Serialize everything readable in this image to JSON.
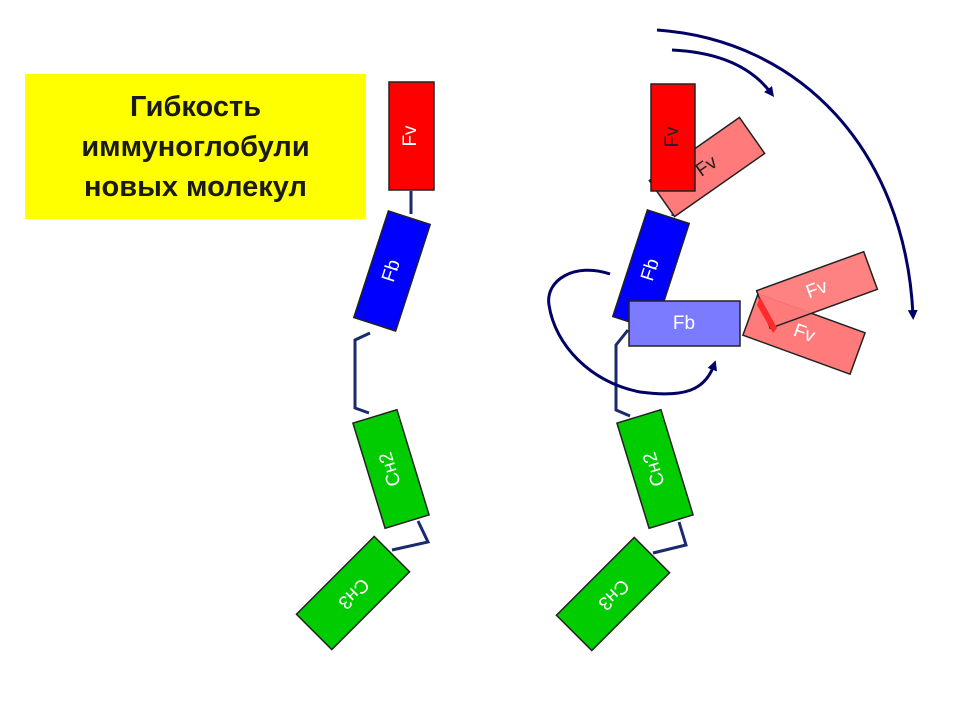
{
  "title": {
    "lines": [
      "Гибкость",
      "иммуноглобули",
      "новых молекул"
    ]
  },
  "colors": {
    "background": "#ffffff",
    "title_box": "#ffff00",
    "fv": "#ff0000",
    "fv_faded": "#ff7b7b",
    "fb": "#0000ff",
    "fb_faded": "#7b7bff",
    "ch": "#00cc00",
    "linker": "#1a2a6c",
    "arrow": "#000066"
  },
  "molecule_left": {
    "fv_label": "Fv",
    "fb_label": "Fb",
    "ch2_label": "Cн2",
    "ch3_label": "Cн3"
  },
  "molecule_right": {
    "fv_label": "Fv",
    "fv_alt1_label": "Fv",
    "fv_alt2_label": "Fv",
    "fv_alt3_label": "Fv",
    "fb_label": "Fb",
    "fb_alt_label": "Fb",
    "ch2_label": "Cн2",
    "ch3_label": "Cн3"
  }
}
